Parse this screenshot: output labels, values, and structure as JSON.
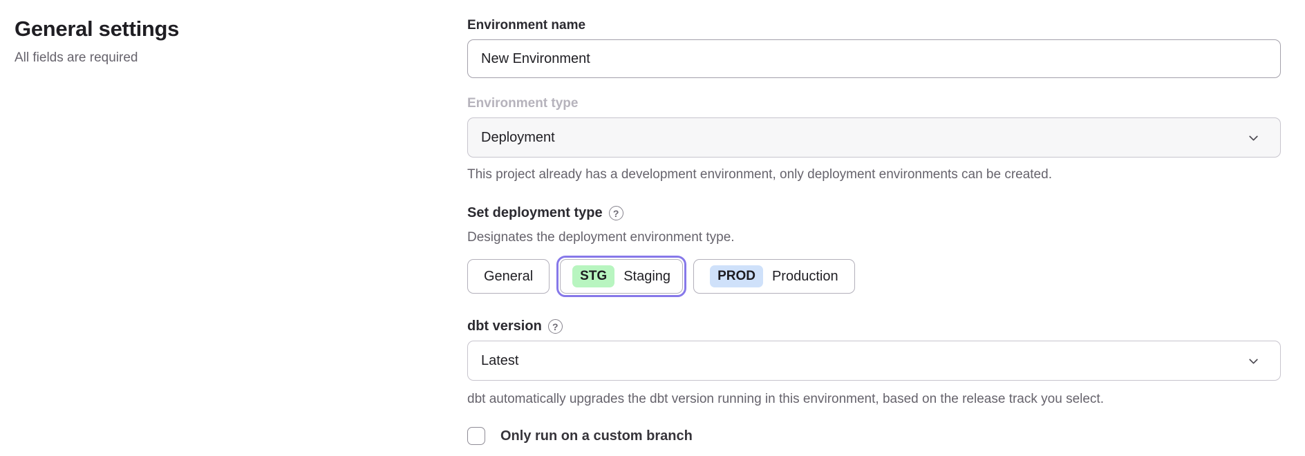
{
  "page": {
    "heading": "General settings",
    "subheading": "All fields are required"
  },
  "form": {
    "environment_name": {
      "label": "Environment name",
      "value": "New Environment"
    },
    "environment_type": {
      "label": "Environment type",
      "value": "Deployment",
      "disabled": true,
      "helper": "This project already has a development environment, only deployment environments can be created."
    },
    "deployment_type": {
      "label": "Set deployment type",
      "help_icon": "?",
      "helper": "Designates the deployment environment type.",
      "options": [
        {
          "label": "General",
          "selected": false
        },
        {
          "badge": "STG",
          "label": "Staging",
          "selected": true
        },
        {
          "badge": "PROD",
          "label": "Production",
          "selected": false
        }
      ]
    },
    "dbt_version": {
      "label": "dbt version",
      "help_icon": "?",
      "value": "Latest",
      "helper": "dbt automatically upgrades the dbt version running in this environment, based on the release track you select."
    },
    "custom_branch": {
      "label": "Only run on a custom branch",
      "checked": false
    }
  },
  "colors": {
    "selected_ring": "#8678e9",
    "staging_badge_bg": "#b8f5c0",
    "production_badge_bg": "#cfe1fa",
    "disabled_field_bg": "#f7f7f8"
  }
}
